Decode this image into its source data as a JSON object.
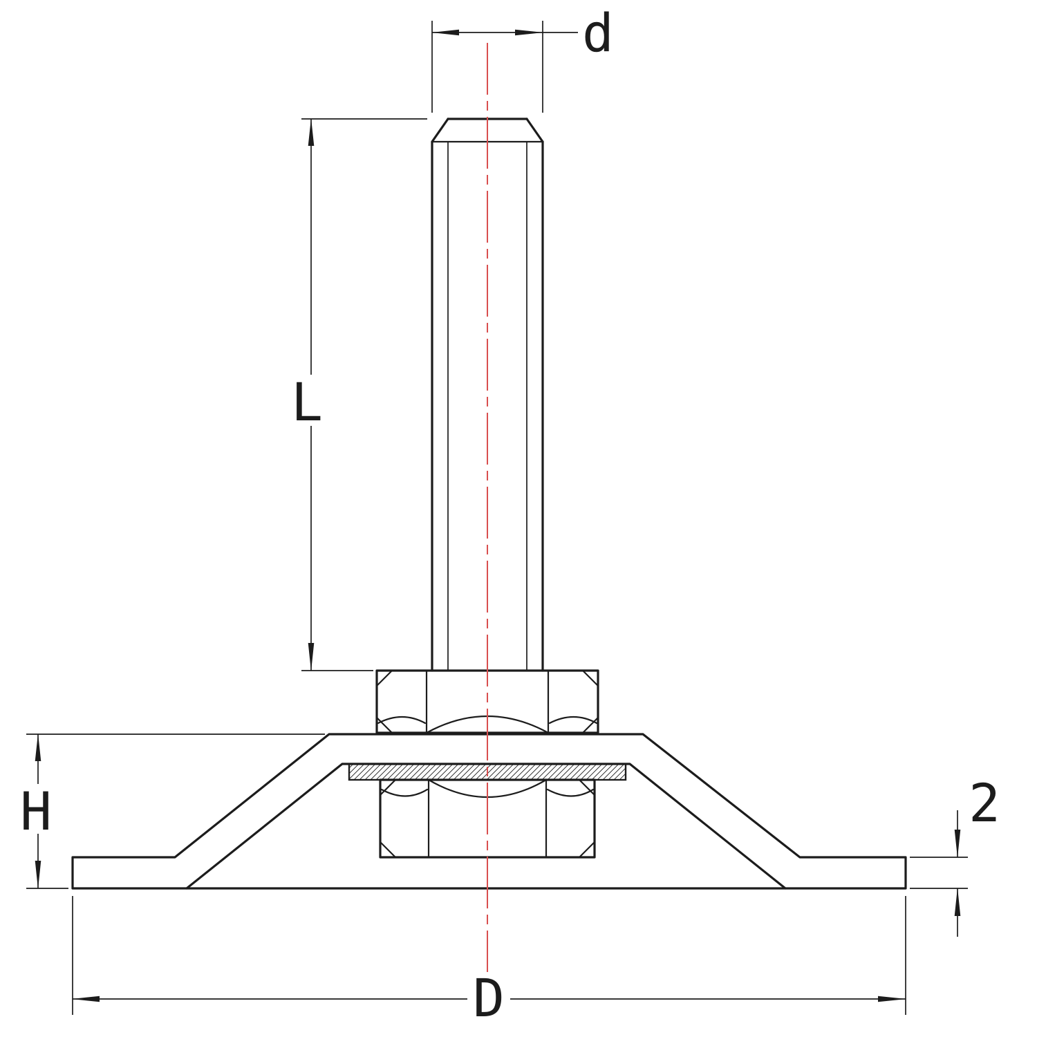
{
  "drawing": {
    "kind": "section-view-dimension-drawing",
    "labels": {
      "stud_diameter": "d",
      "stud_length": "L",
      "base_height": "H",
      "base_diameter": "D",
      "plate_thickness": "2"
    },
    "parts": [
      "threaded-stud",
      "upper-hex-nut",
      "lower-hex-nut",
      "washer-plate",
      "vibration-damping-base"
    ],
    "colors": {
      "line": "#1c1c1c",
      "centerline": "#d94f4f",
      "background": "#ffffff"
    }
  }
}
